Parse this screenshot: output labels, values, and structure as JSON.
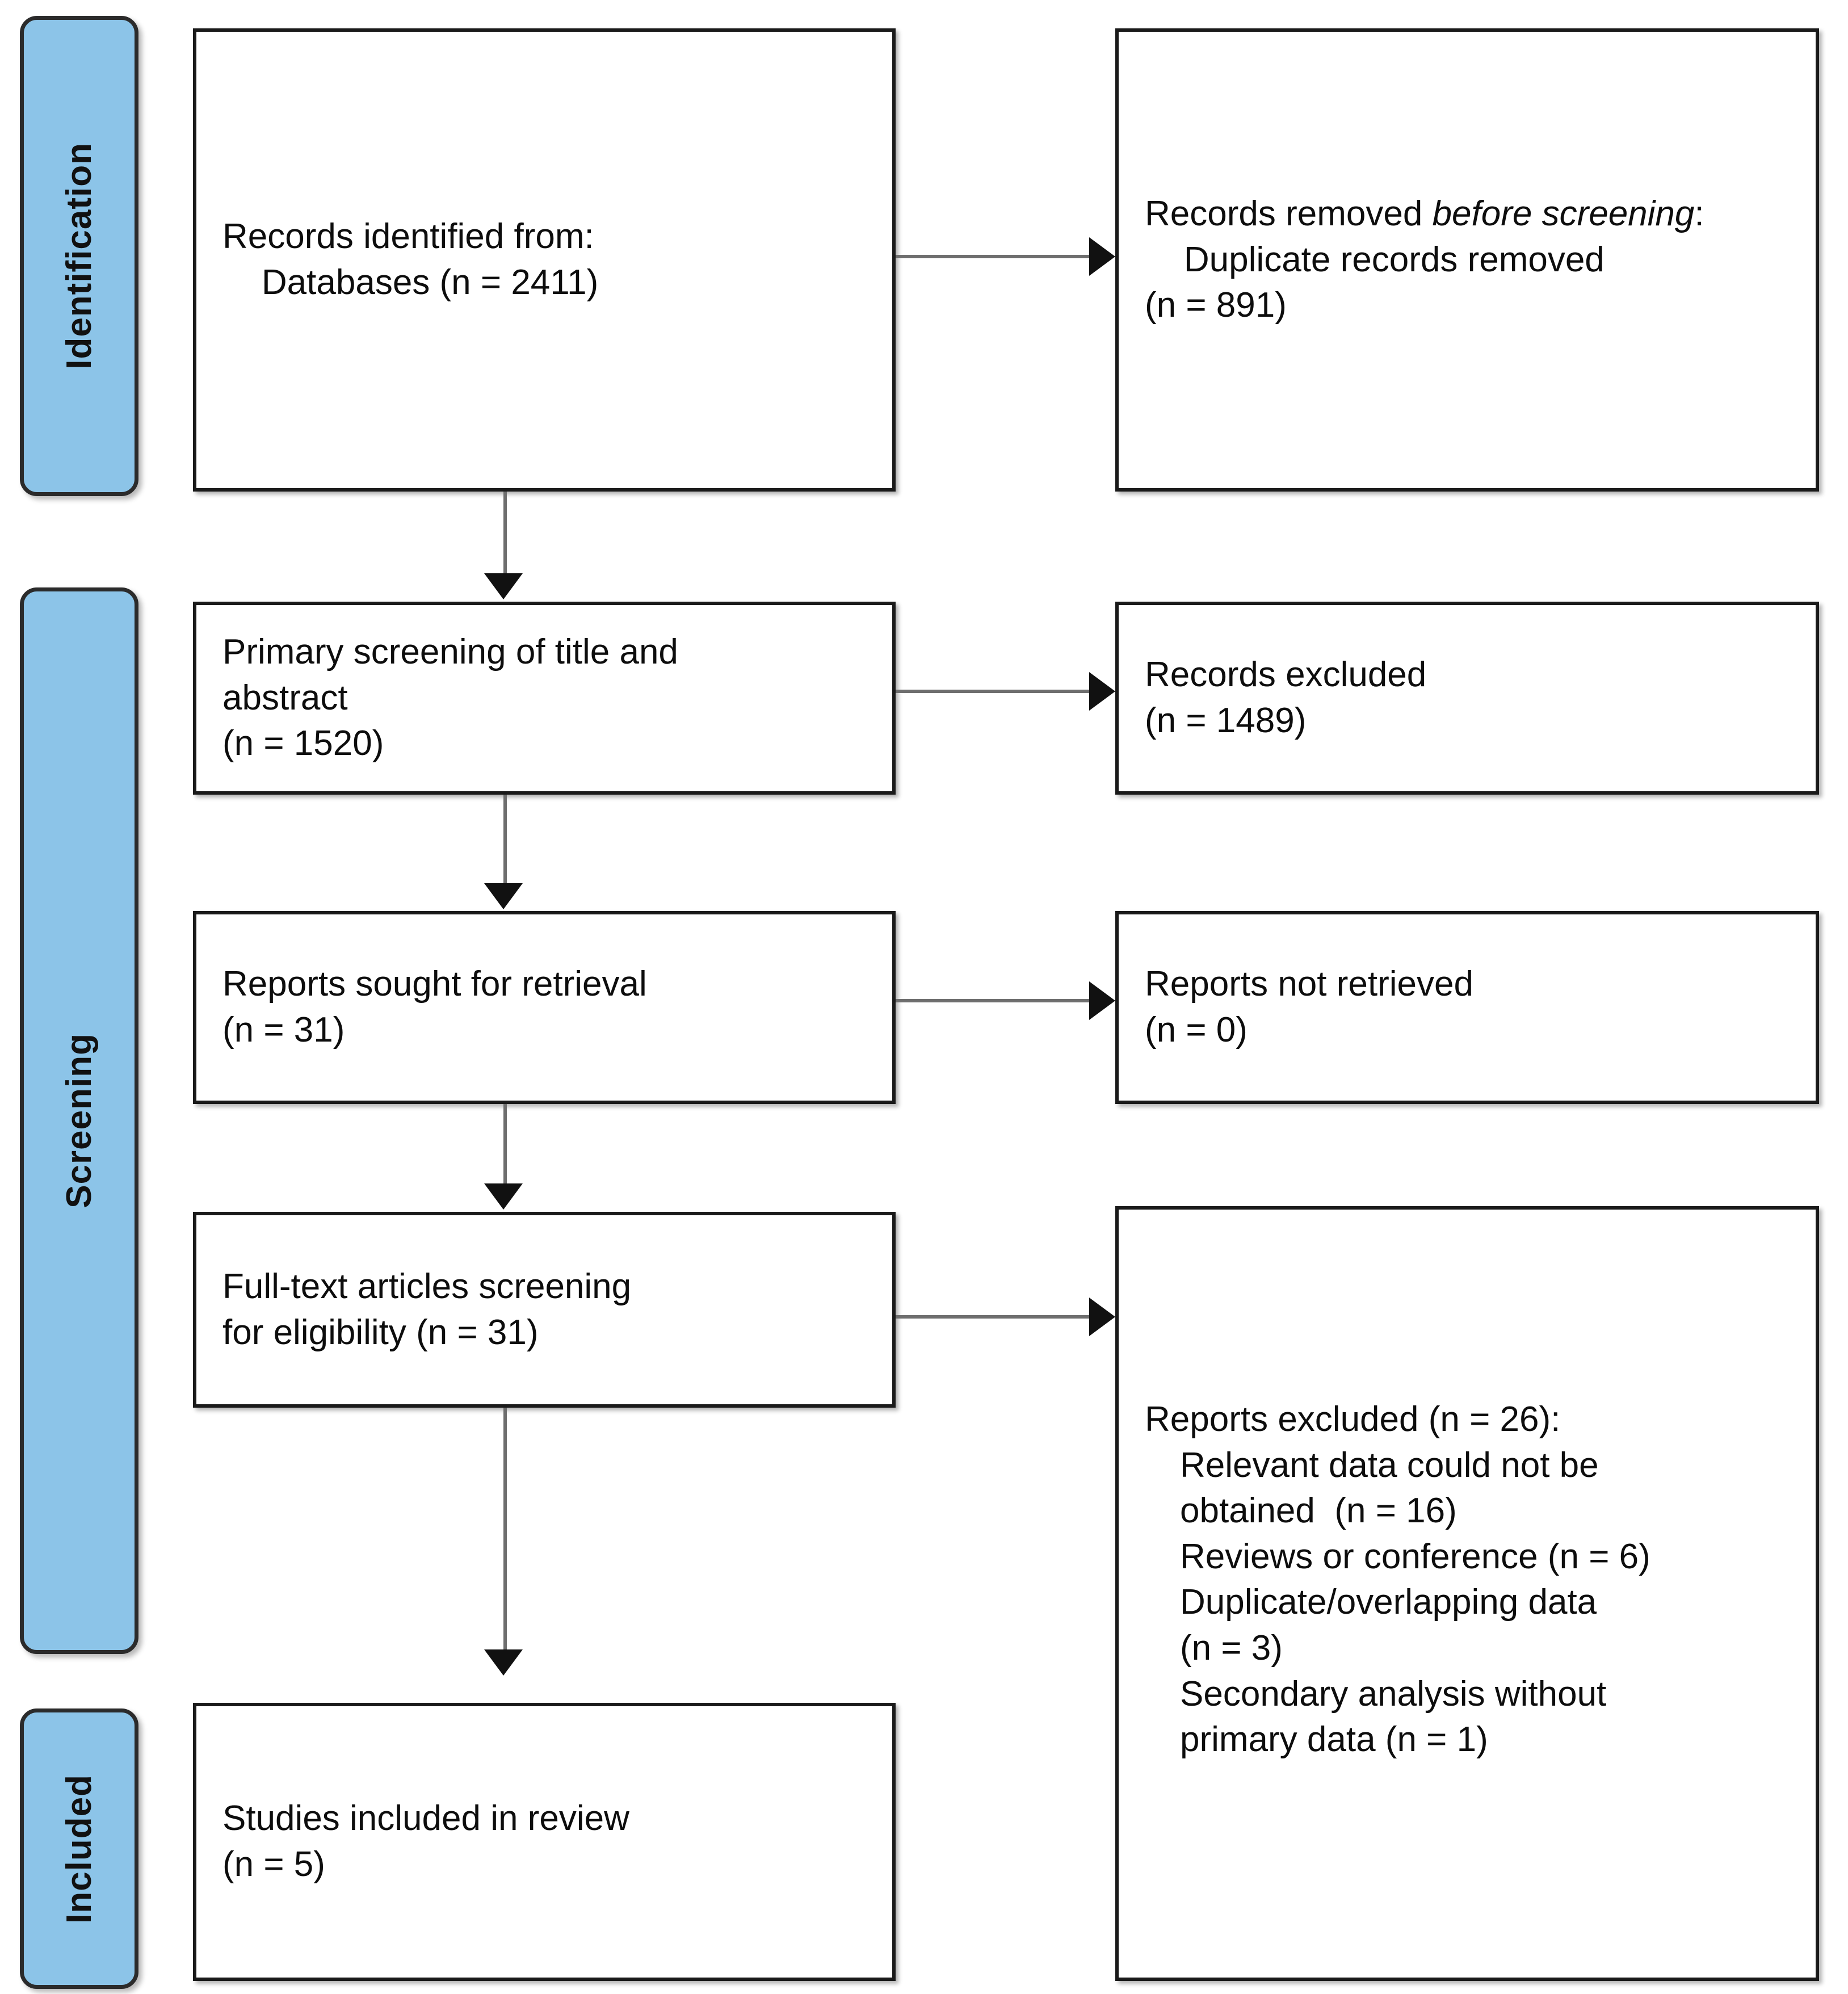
{
  "diagram": {
    "type": "PRISMA flow diagram",
    "phases": [
      {
        "id": "identification",
        "label": "Identification"
      },
      {
        "id": "screening",
        "label": "Screening"
      },
      {
        "id": "included",
        "label": "Included"
      }
    ],
    "left_boxes": [
      {
        "id": "records-identified",
        "line1": "Records identified from:",
        "line2": "    Databases (n = 2411)",
        "n": 2411
      },
      {
        "id": "primary-screening",
        "line1": "Primary screening of title and",
        "line2": "abstract",
        "line3": "(n = 1520)",
        "n": 1520
      },
      {
        "id": "reports-sought",
        "line1": "Reports sought for retrieval",
        "line2": "(n = 31)",
        "n": 31
      },
      {
        "id": "fulltext-screening",
        "line1": "Full-text articles screening",
        "line2": "for eligibility (n = 31)",
        "n": 31
      },
      {
        "id": "studies-included",
        "line1": "Studies included in review",
        "line2": "(n = 5)",
        "n": 5
      }
    ],
    "right_boxes": [
      {
        "id": "records-removed",
        "prefix": "Records removed ",
        "italic": "before screening",
        "suffix": ":",
        "line2": "    Duplicate records removed",
        "line3": "(n = 891)",
        "n": 891
      },
      {
        "id": "records-excluded",
        "line1": "Records excluded",
        "line2": "(n = 1489)",
        "n": 1489
      },
      {
        "id": "reports-not-retrieved",
        "line1": "Reports not retrieved",
        "line2": "(n = 0)",
        "n": 0
      },
      {
        "id": "reports-excluded",
        "heading": "Reports excluded (n = 26):",
        "n": 26,
        "reasons": [
          {
            "text": "Relevant data could not be\nobtained  (n = 16)",
            "n": 16
          },
          {
            "text": "Reviews or conference (n = 6)",
            "n": 6
          },
          {
            "text": "Duplicate/overlapping data\n(n = 3)",
            "n": 3
          },
          {
            "text": "Secondary analysis without\nprimary data (n = 1)",
            "n": 1
          }
        ]
      }
    ],
    "colors": {
      "phase_fill": "#8cc4e8",
      "phase_border": "#2b2b2b",
      "box_border": "#1a1a1a",
      "connector": "#6e6e6e",
      "arrowhead": "#111111",
      "text": "#0d0d0d",
      "background": "#ffffff"
    }
  }
}
